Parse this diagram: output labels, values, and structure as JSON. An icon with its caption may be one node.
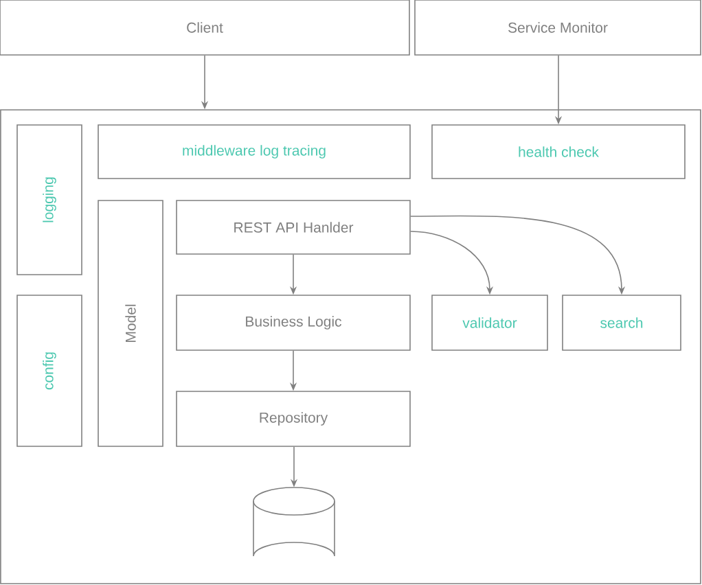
{
  "diagram": {
    "nodes": [
      {
        "text": [
          "Client"
        ]
      },
      {
        "text": [
          "Service Monitor"
        ]
      },
      {
        "text": [],
        "shape": "box"
      },
      {
        "text": [
          "logging"
        ],
        "in": 2
      },
      {
        "text": [
          "middleware log tracing"
        ],
        "in": 2
      },
      {
        "text": [
          "health check"
        ],
        "in": 2
      },
      {
        "text": [
          "config"
        ],
        "in": 2
      },
      {
        "text": [
          "Model"
        ],
        "in": 2
      },
      {
        "text": [
          "REST API Hanlder"
        ],
        "in": 2
      },
      {
        "text": [
          "Business Logic"
        ],
        "in": 2
      },
      {
        "text": [
          "validator"
        ],
        "in": 2
      },
      {
        "text": [
          "search"
        ],
        "in": 2
      },
      {
        "text": [
          "Repository"
        ],
        "in": 2
      },
      {
        "text": [],
        "shape": "cylinder",
        "in": 2
      }
    ],
    "edges": [
      {
        "from": 0,
        "to": 2,
        "arrow": "to"
      },
      {
        "from": 1,
        "to": 5,
        "arrow": "to"
      },
      {
        "from": 8,
        "to": 9,
        "arrow": "to"
      },
      {
        "from": 8,
        "to": 10,
        "arrow": "to"
      },
      {
        "from": 8,
        "to": 11,
        "arrow": "to"
      },
      {
        "from": 9,
        "to": 12,
        "arrow": "to"
      },
      {
        "from": 12,
        "to": 13,
        "arrow": "to"
      }
    ]
  }
}
